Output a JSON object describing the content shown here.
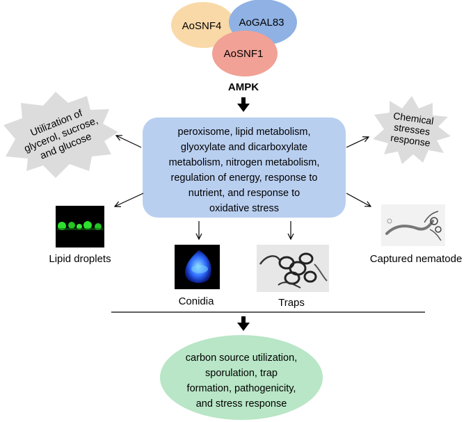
{
  "complex": {
    "subunit_1": "AoSNF4",
    "subunit_2": "AoGAL83",
    "subunit_3": "AoSNF1",
    "name": "AMPK"
  },
  "center_box": {
    "lines": [
      "peroxisome, lipid metabolism,",
      "glyoxylate and dicarboxylate",
      "metabolism, nitrogen metabolism,",
      "regulation of energy, response to",
      "nutrient, and  response to",
      "oxidative stress"
    ]
  },
  "left_burst": {
    "lines": [
      "Utilization of",
      "glycerol, sucrose,",
      "and glucose"
    ]
  },
  "right_burst": {
    "lines": [
      "Chemical",
      "stresses",
      "response"
    ]
  },
  "phenotypes": {
    "lipid_droplets": "Lipid droplets",
    "conidia": "Conidia",
    "traps": "Traps",
    "captured_nematode": "Captured nematode"
  },
  "summary": {
    "lines": [
      "carbon source utilization,",
      "sporulation, trap",
      "formation, pathogenicity,",
      "and stress response"
    ]
  },
  "colors": {
    "snf4": "#f9d9a8",
    "gal83": "#8fb1e3",
    "snf1": "#f1a195",
    "center_box": "#b9cff0",
    "summary": "#b8e6c6",
    "burst": "#dcdcdc"
  }
}
